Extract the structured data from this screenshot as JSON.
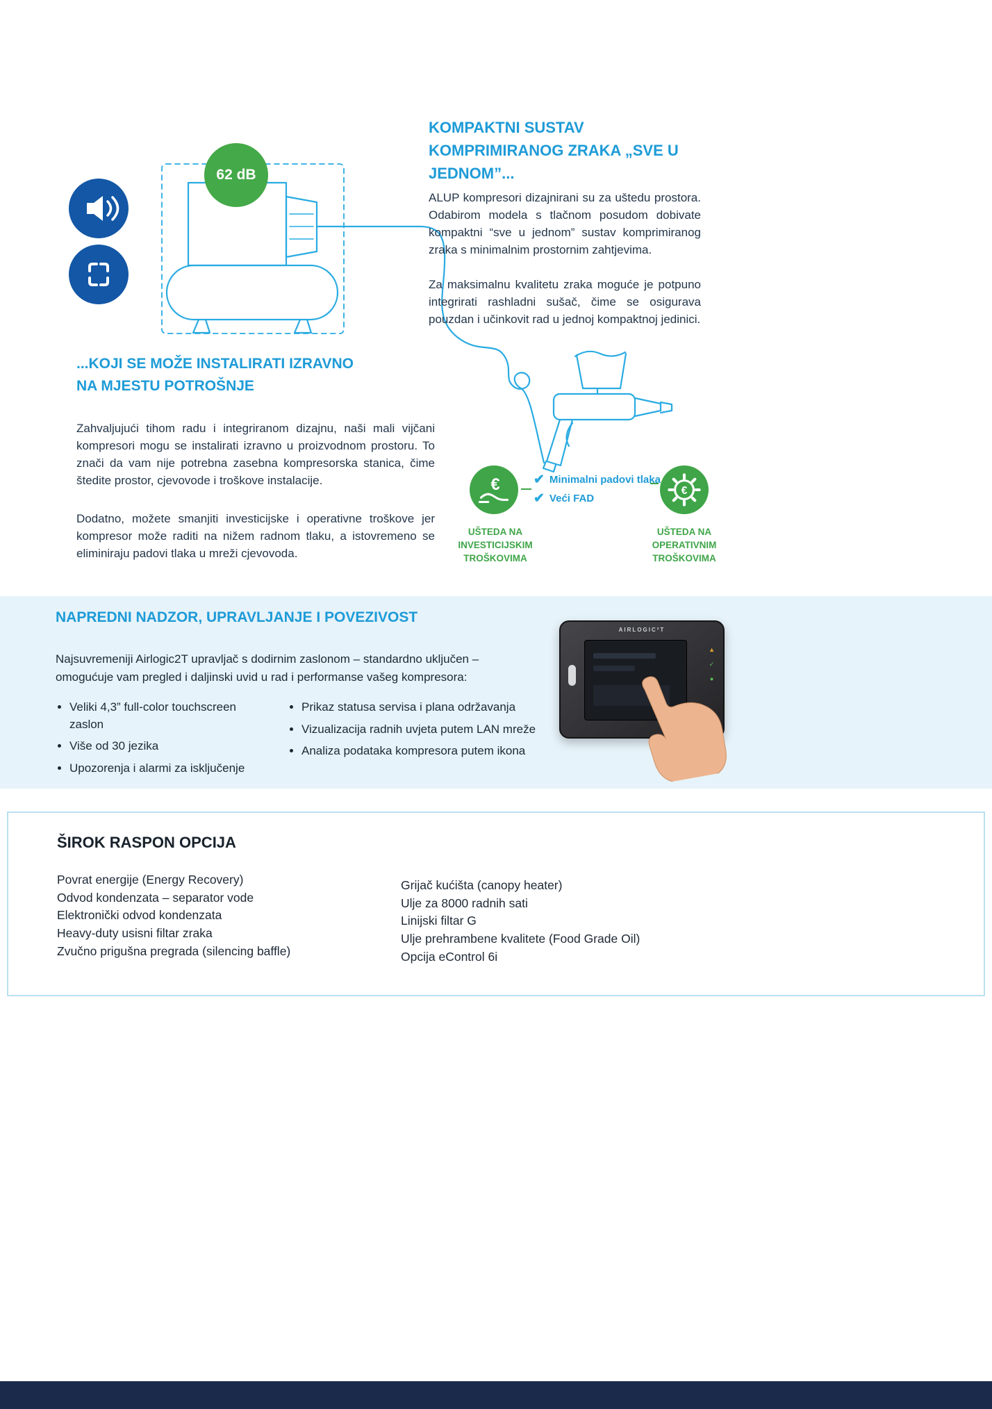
{
  "hero": {
    "noise_badge": "62 dB",
    "heading": "KOMPAKTNI SUSTAV KOMPRIMIRANOG ZRAKA „SVE U JEDNOM”...",
    "para1": "ALUP kompresori dizajnirani su za uštedu prostora. Odabirom modela s tlačnom posudom dobivate kompaktni “sve u jednom” sustav komprimiranog zraka s minimalnim prostornim zahtjevima.",
    "para2": "Za maksimalnu kvalitetu zraka moguće je potpuno integrirati rashladni sušač, čime se osigurava pouzdan i učinkovit rad u jednoj kompaktnoj jedinici.",
    "subheading": "...KOJI SE MOŽE INSTALIRATI IZRAVNO NA MJESTU POTROŠNJE",
    "left_para1": "Zahvaljujući tihom radu i integriranom dizajnu, naši mali vijčani kompresori mogu se instalirati izravno u proizvodnom prostoru. To znači da vam nije potrebna zasebna kompresorska stanica, čime štedite prostor, cjevovode i troškove instalacije.",
    "left_para2": "Dodatno, možete smanjiti investicijske i operativne troškove jer kompresor može raditi na nižem radnom tlaku, a istovremeno se eliminiraju padovi tlaka u mreži cjevovoda."
  },
  "benefits": {
    "check1": "Minimalni padovi tlaka",
    "check2": "Veći FAD",
    "label_invest": "UŠTEDA NA\nINVESTICIJSKIM\nTROŠKOVIMA",
    "label_oper": "UŠTEDA NA\nOPERATIVNIM\nTROŠKOVIMA"
  },
  "monitoring": {
    "heading": "NAPREDNI NADZOR, UPRAVLJANJE I POVEZIVOST",
    "intro": "Najsuvremeniji Airlogic2T upravljač s dodirnim zaslonom – standardno uključen – omogućuje vam pregled i daljinski uvid u rad i performanse vašeg kompresora:",
    "bullets_left": [
      "Veliki 4,3” full-color touchscreen zaslon",
      "Više od 30 jezika",
      "Upozorenja i alarmi za isključenje"
    ],
    "bullets_right": [
      "Prikaz statusa servisa i plana održavanja",
      "Vizualizacija radnih uvjeta putem LAN mreže",
      "Analiza podataka kompresora putem ikona"
    ],
    "device_label": "AIRLOGIC²T"
  },
  "options": {
    "heading": "ŠIROK RASPON OPCIJA",
    "left": [
      "Povrat energije (Energy Recovery)",
      "Odvod kondenzata – separator vode",
      "Elektronički odvod kondenzata",
      "Heavy-duty usisni filtar zraka",
      "Zvučno prigušna pregrada (silencing baffle)"
    ],
    "right": [
      "Grijač kućišta (canopy heater)",
      "Ulje za 8000 radnih sati",
      "Linijski filtar G",
      "Ulje prehrambene kvalitete (Food Grade Oil)",
      "Opcija eControl 6i"
    ]
  },
  "colors": {
    "accent_blue": "#1e9bd7",
    "line_art_blue": "#29abe2",
    "green": "#3fa548",
    "dark_blue_circle": "#1357a6",
    "band_bg": "#e7f3fa",
    "footer_bg": "#1b2a4a"
  }
}
